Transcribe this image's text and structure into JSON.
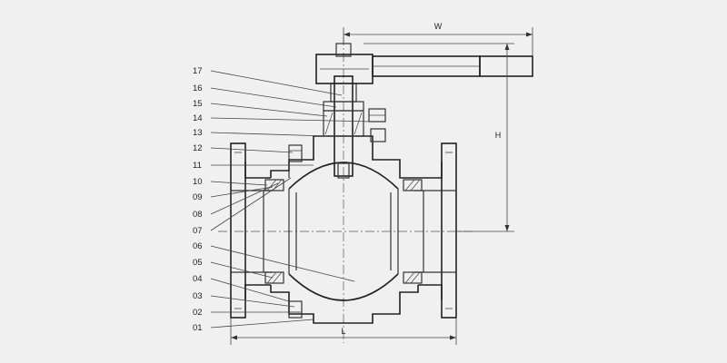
{
  "diagram": {
    "part_labels": [
      "17",
      "16",
      "15",
      "14",
      "13",
      "12",
      "11",
      "10",
      "09",
      "08",
      "07",
      "06",
      "05",
      "04",
      "03",
      "02",
      "01"
    ],
    "dimensions": {
      "width": "W",
      "height": "H",
      "length": "L"
    },
    "colors": {
      "background": "#f0f0f0",
      "line": "#333333"
    }
  }
}
